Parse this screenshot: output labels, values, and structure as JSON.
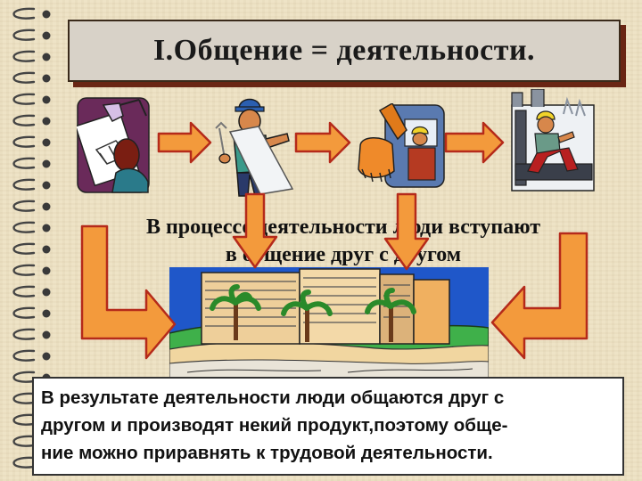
{
  "title": "I.Общение = деятельности.",
  "caption": {
    "line1": "В процессе деятельности люди вступают",
    "line2": "в общение друг с другом"
  },
  "conclusion": {
    "line1": "В результате деятельности люди общаются друг с",
    "line2": "другом и производят некий продукт,поэтому обще-",
    "line3": "ние можно приравнять к трудовой деятельности."
  },
  "colors": {
    "arrow_fill": "#f39a3c",
    "arrow_stroke": "#b52a1a",
    "title_shadow": "#6a2614"
  },
  "icons": [
    "architect-icon",
    "engineer-icon",
    "excavator-icon",
    "builder-icon",
    "building-icon",
    "notebook-spiral"
  ]
}
